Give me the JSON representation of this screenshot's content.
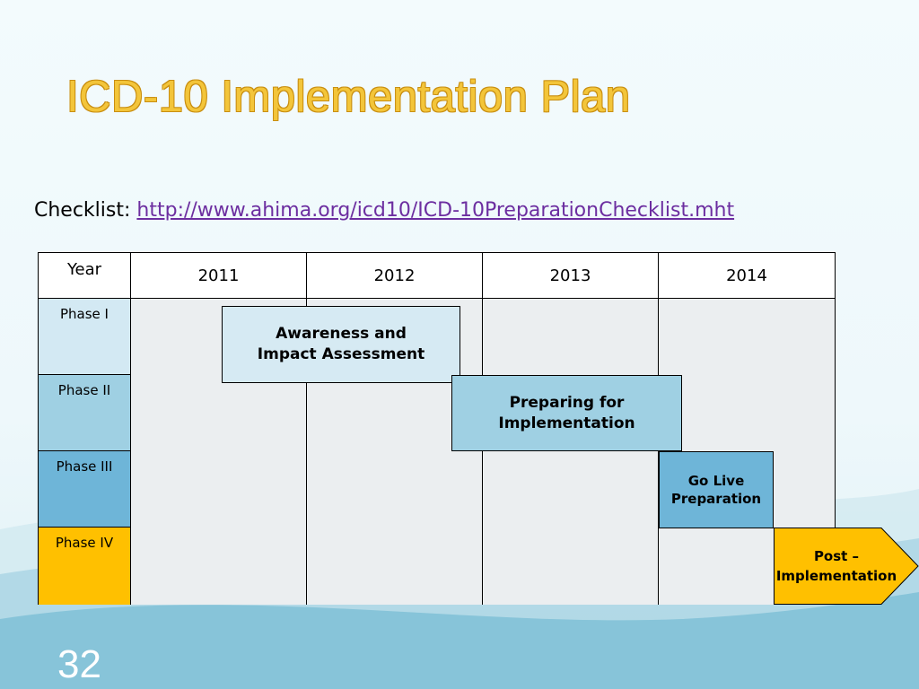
{
  "slide": {
    "title": "ICD-10 Implementation Plan",
    "number": "32"
  },
  "checklist": {
    "label": "Checklist:",
    "link_text": "http://www.ahima.org/icd10/ICD-10PreparationChecklist.mht"
  },
  "table": {
    "corner_header": "Year",
    "years": [
      "2011",
      "2012",
      "2013",
      "2014"
    ],
    "phases": [
      "Phase I",
      "Phase II",
      "Phase III",
      "Phase IV"
    ],
    "phase_colors": [
      "#d3e9f3",
      "#9fd0e3",
      "#6eb5d8",
      "#ffc000"
    ],
    "column_fill": "#ebeef0"
  },
  "phase_boxes": [
    {
      "label": "Awareness and\nImpact Assessment",
      "color": "#d6eaf3"
    },
    {
      "label": "Preparing for\nImplementation",
      "color": "#9fd0e3"
    },
    {
      "label": "Go Live\nPreparation",
      "color": "#6eb5d8"
    },
    {
      "label": "Post –\nImplementation",
      "color": "#ffc000"
    }
  ]
}
